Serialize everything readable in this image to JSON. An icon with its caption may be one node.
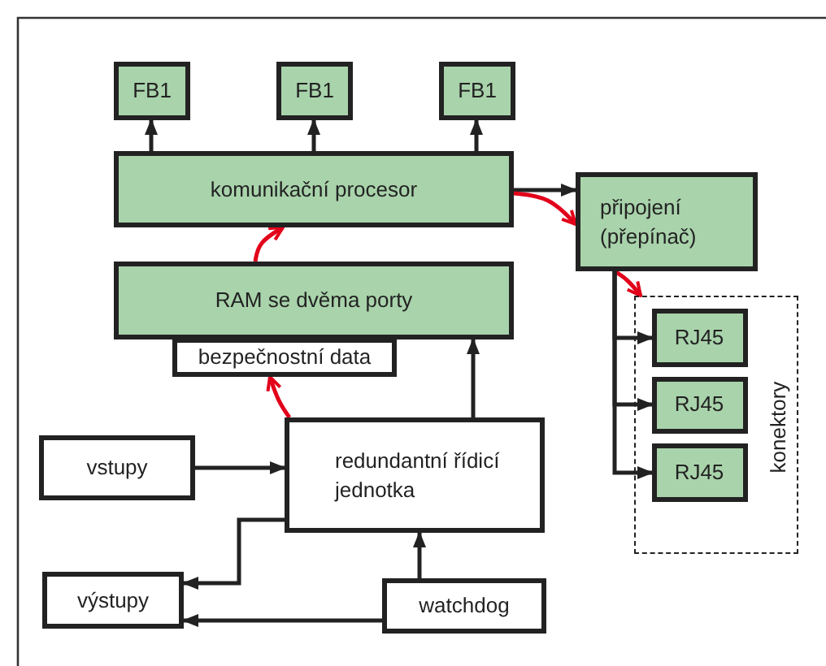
{
  "diagram": {
    "nodes": [
      {
        "text": [
          "FB1"
        ]
      },
      {
        "text": [
          "FB1"
        ]
      },
      {
        "text": [
          "FB1"
        ]
      },
      {
        "text": [
          "komunikační procesor"
        ]
      },
      {
        "text": [
          "připojení (přepínač)"
        ]
      },
      {
        "text": [
          "RAM se dvěma porty"
        ]
      },
      {
        "text": [
          "bezpečnostní data"
        ]
      },
      {
        "text": [
          "konektory"
        ]
      },
      {
        "text": [
          "RJ45"
        ],
        "in": 7
      },
      {
        "text": [
          "RJ45"
        ],
        "in": 7
      },
      {
        "text": [
          "RJ45"
        ],
        "in": 7
      },
      {
        "text": [
          "vstupy"
        ]
      },
      {
        "text": [
          "redundantní řídicí jednotka"
        ]
      },
      {
        "text": [
          "výstupy"
        ]
      },
      {
        "text": [
          "watchdog"
        ]
      }
    ],
    "edges": [
      {
        "from": 3,
        "to": 0,
        "arrow": "to"
      },
      {
        "from": 3,
        "to": 1,
        "arrow": "to"
      },
      {
        "from": 3,
        "to": 2,
        "arrow": "to"
      },
      {
        "from": 3,
        "to": 4,
        "arrow": "to"
      },
      {
        "from": 3,
        "to": 4,
        "arrow": "to",
        "color": "#e2001a"
      },
      {
        "from": 5,
        "to": 3,
        "arrow": "to",
        "color": "#e2001a"
      },
      {
        "from": 12,
        "to": 6,
        "arrow": "to",
        "color": "#e2001a"
      },
      {
        "from": 4,
        "to": 7,
        "arrow": "to",
        "color": "#e2001a"
      },
      {
        "from": 4,
        "to": 8,
        "arrow": "to"
      },
      {
        "from": 4,
        "to": 9,
        "arrow": "to"
      },
      {
        "from": 4,
        "to": 10,
        "arrow": "to"
      },
      {
        "from": 12,
        "to": 5,
        "arrow": "to"
      },
      {
        "from": 11,
        "to": 12,
        "arrow": "to"
      },
      {
        "from": 12,
        "to": 13,
        "arrow": "to"
      },
      {
        "from": 14,
        "to": 12,
        "arrow": "to"
      },
      {
        "from": 14,
        "to": 13,
        "arrow": "to"
      }
    ]
  }
}
